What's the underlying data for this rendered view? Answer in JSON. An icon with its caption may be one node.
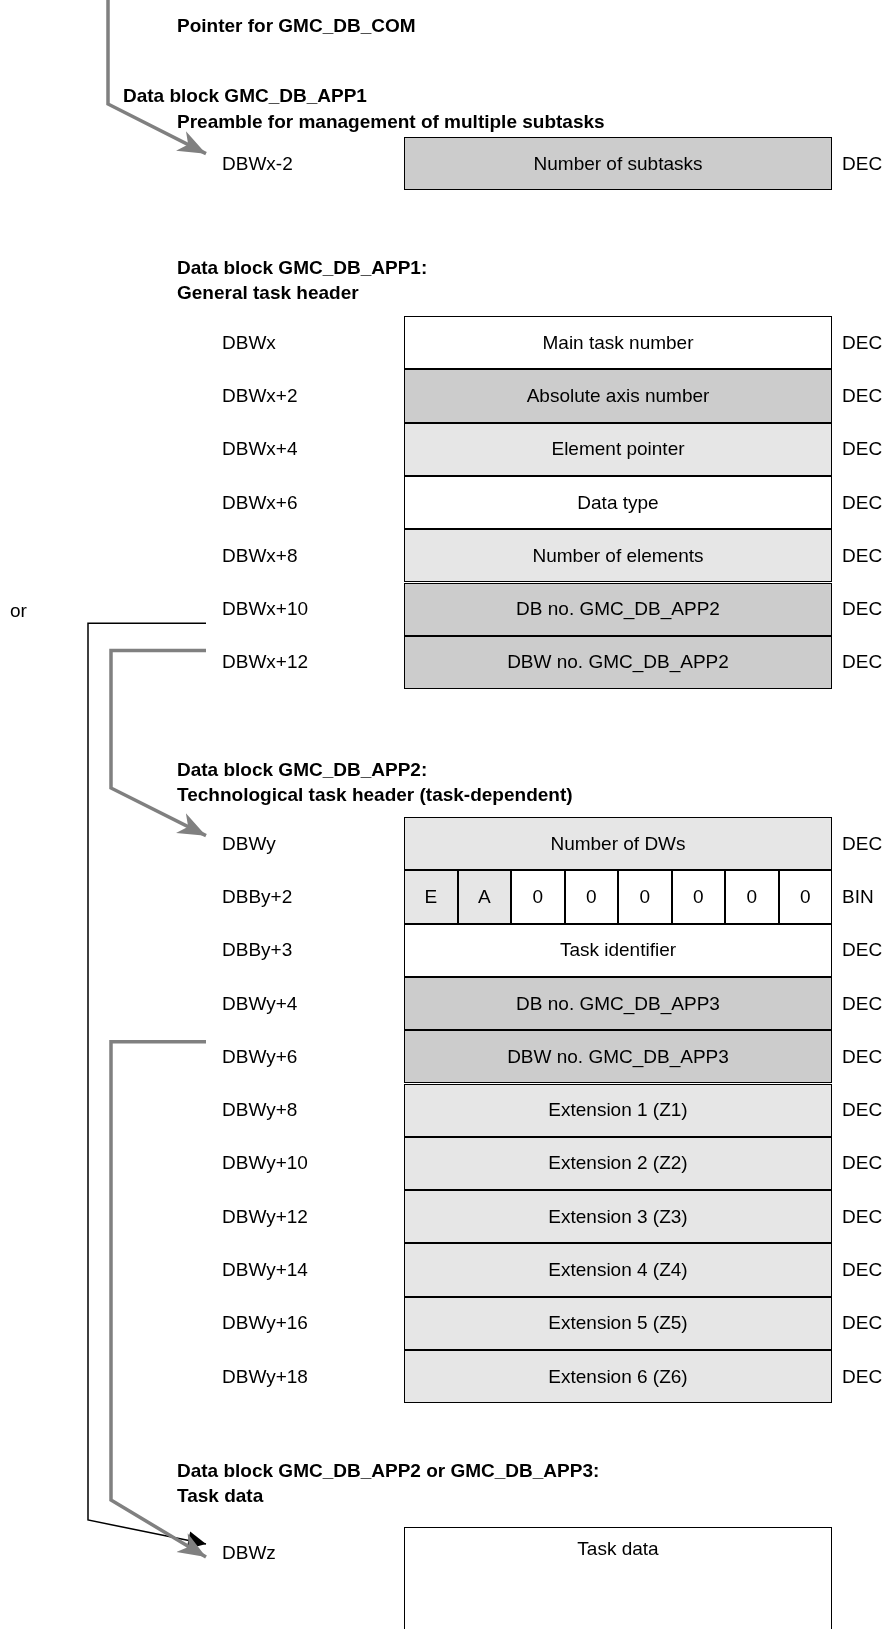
{
  "diagram": {
    "nodes": [
      {
        "text": [
          "DBWx-2"
        ]
      },
      {
        "text": [
          "Number of subtasks"
        ],
        "beside": [
          "DEC"
        ]
      },
      {
        "text": [
          "DBWx"
        ]
      },
      {
        "text": [
          "Main task number"
        ],
        "beside": [
          "DEC"
        ]
      },
      {
        "text": [
          "DBWx+2"
        ]
      },
      {
        "text": [
          "Absolute axis number"
        ],
        "beside": [
          "DEC"
        ]
      },
      {
        "text": [
          "DBWx+4"
        ]
      },
      {
        "text": [
          "Element pointer"
        ],
        "beside": [
          "DEC"
        ]
      },
      {
        "text": [
          "DBWx+6"
        ]
      },
      {
        "text": [
          "Data type"
        ],
        "beside": [
          "DEC"
        ]
      },
      {
        "text": [
          "DBWx+8"
        ]
      },
      {
        "text": [
          "Number of elements"
        ],
        "beside": [
          "DEC"
        ]
      },
      {
        "text": [
          "DBWx+10"
        ]
      },
      {
        "text": [
          "DB no. GMC_DB_APP2"
        ],
        "beside": [
          "DEC"
        ]
      },
      {
        "text": [
          "DBWx+12"
        ]
      },
      {
        "text": [
          "DBW no. GMC_DB_APP2"
        ],
        "beside": [
          "DEC"
        ]
      },
      {
        "text": [
          "DBWy"
        ]
      },
      {
        "text": [
          "Number of DWs"
        ],
        "beside": [
          "DEC"
        ]
      },
      {
        "text": [
          "DBBy+2"
        ]
      },
      {
        "text": [
          "E"
        ]
      },
      {
        "text": [
          "A"
        ]
      },
      {
        "text": [
          "0"
        ]
      },
      {
        "text": [
          "0"
        ]
      },
      {
        "text": [
          "0"
        ]
      },
      {
        "text": [
          "0"
        ]
      },
      {
        "text": [
          "0"
        ]
      },
      {
        "text": [
          "0"
        ],
        "beside": [
          "BIN"
        ]
      },
      {
        "text": [
          "DBBy+3"
        ]
      },
      {
        "text": [
          "Task identifier"
        ],
        "beside": [
          "DEC"
        ]
      },
      {
        "text": [
          "DBWy+4"
        ]
      },
      {
        "text": [
          "DB no. GMC_DB_APP3"
        ],
        "beside": [
          "DEC"
        ]
      },
      {
        "text": [
          "DBWy+6"
        ]
      },
      {
        "text": [
          "DBW no. GMC_DB_APP3"
        ],
        "beside": [
          "DEC"
        ]
      },
      {
        "text": [
          "DBWy+8"
        ]
      },
      {
        "text": [
          "Extension 1 (Z1)"
        ],
        "beside": [
          "DEC"
        ]
      },
      {
        "text": [
          "DBWy+10"
        ]
      },
      {
        "text": [
          "Extension 2 (Z2)"
        ],
        "beside": [
          "DEC"
        ]
      },
      {
        "text": [
          "DBWy+12"
        ]
      },
      {
        "text": [
          "Extension 3 (Z3)"
        ],
        "beside": [
          "DEC"
        ]
      },
      {
        "text": [
          "DBWy+14"
        ]
      },
      {
        "text": [
          "Extension 4 (Z4)"
        ],
        "beside": [
          "DEC"
        ]
      },
      {
        "text": [
          "DBWy+16"
        ]
      },
      {
        "text": [
          "Extension 5 (Z5)"
        ],
        "beside": [
          "DEC"
        ]
      },
      {
        "text": [
          "DBWy+18"
        ]
      },
      {
        "text": [
          "Extension 6 (Z6)"
        ],
        "beside": [
          "DEC"
        ]
      },
      {
        "text": [
          "DBWz"
        ]
      },
      {
        "text": [
          "Task data"
        ]
      }
    ],
    "edges": [
      {
        "from": null,
        "to": 0,
        "arrow": "to"
      },
      {
        "from": 14,
        "to": 16,
        "arrow": "to"
      },
      {
        "from": 12,
        "to": 45,
        "arrow": "to",
        "color": "#000000"
      },
      {
        "from": 31,
        "to": 45,
        "arrow": "to"
      }
    ],
    "labels": [
      "Pointer for GMC_DB_COM",
      "Data block GMC_DB_APP1",
      "Preamble for management of multiple subtasks",
      "Data block GMC_DB_APP1:",
      "General task header",
      "or",
      "Data block GMC_DB_APP2:",
      "Technological task header (task-dependent)",
      "Data block GMC_DB_APP2 or GMC_DB_APP3:",
      "Task data"
    ]
  }
}
